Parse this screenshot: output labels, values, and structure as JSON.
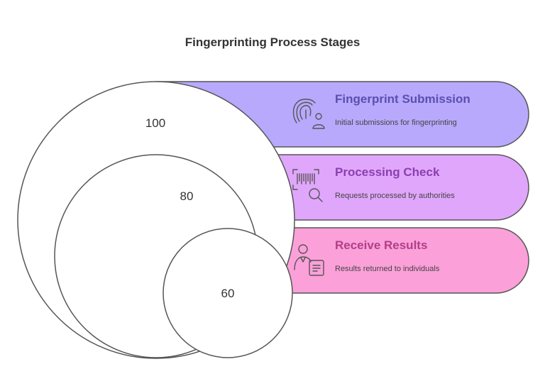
{
  "title": "Fingerprinting Process Stages",
  "stages": [
    {
      "value": "100",
      "title": "Fingerprint Submission",
      "description": "Initial submissions for fingerprinting",
      "icon": "fingerprint-user-icon",
      "color": "#b8a9fc",
      "title_color": "#5a4fb0"
    },
    {
      "value": "80",
      "title": "Processing Check",
      "description": "Requests processed by authorities",
      "icon": "barcode-search-icon",
      "color": "#e0a6fb",
      "title_color": "#8a3fb0"
    },
    {
      "value": "60",
      "title": "Receive Results",
      "description": "Results returned to individuals",
      "icon": "person-document-icon",
      "color": "#fca0d9",
      "title_color": "#b03f88"
    }
  ]
}
